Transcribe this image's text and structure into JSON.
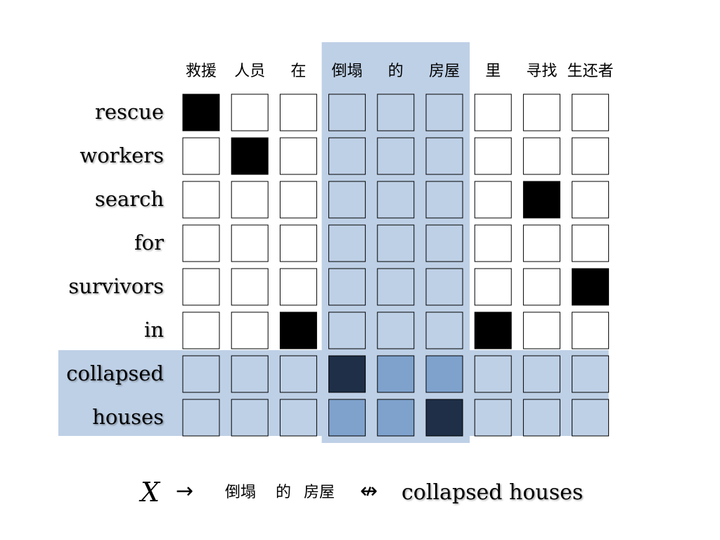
{
  "alignment": {
    "source_words": [
      "救援",
      "人员",
      "在",
      "倒塌",
      "的",
      "房屋",
      "里",
      "寻找",
      "生还者"
    ],
    "target_words": [
      "rescue",
      "workers",
      "search",
      "for",
      "survivors",
      "in",
      "collapsed",
      "houses"
    ],
    "highlight": {
      "source_span": [
        3,
        5
      ],
      "target_span": [
        6,
        7
      ]
    },
    "cells": [
      [
        3,
        0,
        0,
        1,
        1,
        1,
        0,
        0,
        0
      ],
      [
        0,
        3,
        0,
        1,
        1,
        1,
        0,
        0,
        0
      ],
      [
        0,
        0,
        0,
        1,
        1,
        1,
        0,
        3,
        0
      ],
      [
        0,
        0,
        0,
        1,
        1,
        1,
        0,
        0,
        0
      ],
      [
        0,
        0,
        0,
        1,
        1,
        1,
        0,
        0,
        3
      ],
      [
        0,
        0,
        3,
        1,
        1,
        1,
        3,
        0,
        0
      ],
      [
        1,
        1,
        1,
        4,
        2,
        2,
        1,
        1,
        1
      ],
      [
        1,
        1,
        1,
        2,
        2,
        4,
        1,
        1,
        1
      ]
    ],
    "cell_level_legend": "0 = unaligned, 1 = inside highlighted span, 2 = span intersection, 3 = aligned, 4 = aligned within span",
    "colors": {
      "unaligned": "#ffffff",
      "aligned": "#000000",
      "span_band": "#bed0e6",
      "span_intersection": "#7ea2cc",
      "aligned_in_span": "#1e2f47",
      "cell_border": "#000000"
    }
  },
  "formula": {
    "variable": "X",
    "arrow": "→",
    "source_phrase": [
      "倒塌",
      "的",
      "房屋"
    ],
    "not_arrow": "↮",
    "target_phrase": "collapsed houses"
  }
}
